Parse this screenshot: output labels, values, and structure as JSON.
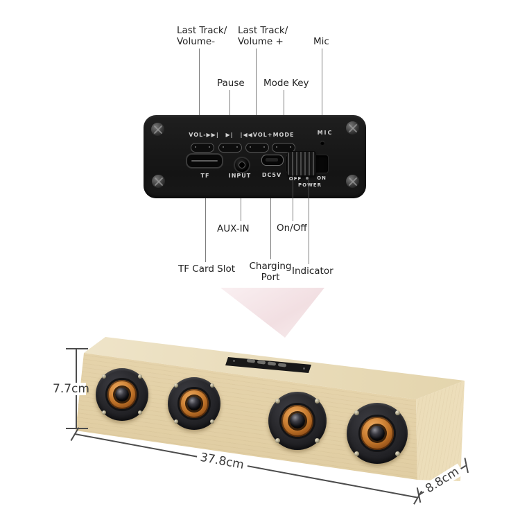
{
  "diagram": {
    "callouts": {
      "last_track_minus": [
        "Last Track/",
        "Volume-"
      ],
      "last_track_plus": [
        "Last Track/",
        "Volume +"
      ],
      "mic": "Mic",
      "pause": "Pause",
      "mode_key": "Mode Key",
      "aux_in": "AUX-IN",
      "on_off": "On/Off",
      "tf_card_slot": "TF Card Slot",
      "charging_port": [
        "Charging",
        "Port"
      ],
      "indicator": "Indicator"
    },
    "panel_markings": {
      "vol_minus": "VOL-▶▶|",
      "play_pause": "▶|",
      "vol_plus": "|◀◀VOL+",
      "mode": "MODE",
      "mic": "MIC",
      "tf": "TF",
      "input": "INPUT",
      "dc5v": "DC5V",
      "off": "OFF",
      "on": "ON",
      "power": "POWER"
    }
  },
  "product": {
    "dimensions": {
      "height": "7.7cm",
      "width": "37.8cm",
      "depth": "8.8cm"
    }
  },
  "colors": {
    "panel_black": "#1a1a1a",
    "wood_front": "#ead9b3",
    "wood_top": "#eee3c9",
    "copper": "#c0762e",
    "arrow_pink": "#f4e2e4",
    "label_text": "#222222",
    "dim_line": "#4c4c4c"
  }
}
